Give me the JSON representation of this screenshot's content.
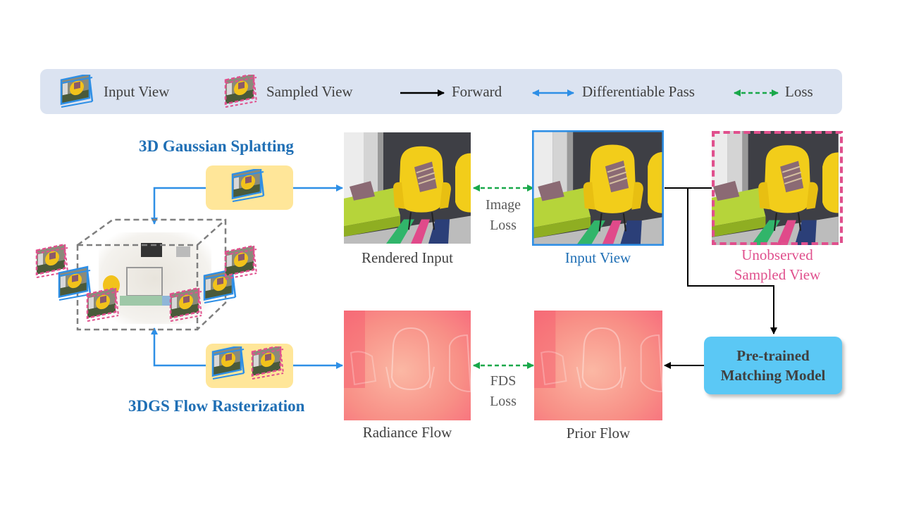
{
  "legend": {
    "input_view": "Input View",
    "sampled_view": "Sampled View",
    "forward": "Forward",
    "differentiable_pass": "Differentiable Pass",
    "loss": "Loss"
  },
  "titles": {
    "gaussian_splatting": "3D Gaussian Splatting",
    "flow_rasterization": "3DGS Flow Rasterization"
  },
  "captions": {
    "rendered_input": "Rendered Input",
    "input_view": "Input View",
    "unobserved_line1": "Unobserved",
    "unobserved_line2": "Sampled View",
    "radiance_flow": "Radiance Flow",
    "prior_flow": "Prior Flow"
  },
  "losses": {
    "image_line1": "Image",
    "image_line2": "Loss",
    "fds_line1": "FDS",
    "fds_line2": "Loss"
  },
  "model": {
    "line1": "Pre-trained",
    "line2": "Matching Model"
  },
  "colors": {
    "legend_bg": "#dbe3f1",
    "title_blue": "#1f6fb5",
    "pink": "#e0508d",
    "forward": "#000000",
    "differentiable": "#2e8fe6",
    "loss": "#19a84a",
    "camera_box": "#ffe699",
    "model_box": "#5bc8f5"
  },
  "icons": [
    "input-camera-icon",
    "sampled-camera-icon"
  ]
}
